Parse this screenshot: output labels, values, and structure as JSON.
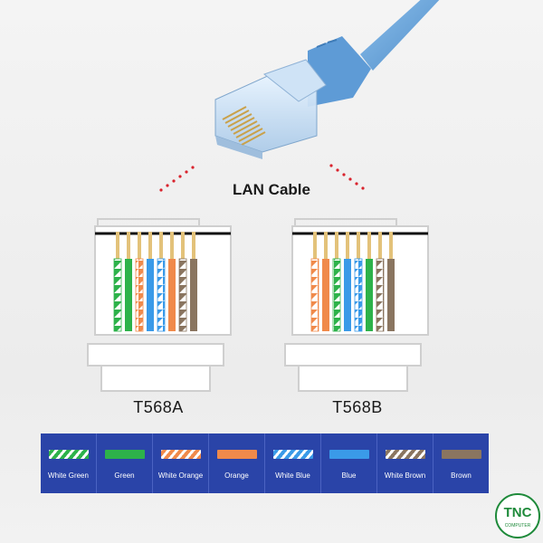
{
  "diagram": {
    "title": "LAN Cable",
    "standards": [
      {
        "name": "T568A",
        "pins": [
          "white-green",
          "green",
          "white-orange",
          "blue",
          "white-blue",
          "orange",
          "white-brown",
          "brown"
        ]
      },
      {
        "name": "T568B",
        "pins": [
          "white-orange",
          "orange",
          "white-green",
          "blue",
          "white-blue",
          "green",
          "white-brown",
          "brown"
        ]
      }
    ]
  },
  "legend": [
    {
      "id": "white-green",
      "label": "White Green",
      "color": "#2db24a",
      "striped": true
    },
    {
      "id": "green",
      "label": "Green",
      "color": "#2db24a",
      "striped": false
    },
    {
      "id": "white-orange",
      "label": "White Orange",
      "color": "#f08a4b",
      "striped": true
    },
    {
      "id": "orange",
      "label": "Orange",
      "color": "#f08a4b",
      "striped": false
    },
    {
      "id": "white-blue",
      "label": "White Blue",
      "color": "#3a9ae8",
      "striped": true
    },
    {
      "id": "blue",
      "label": "Blue",
      "color": "#3a9ae8",
      "striped": false
    },
    {
      "id": "white-brown",
      "label": "White Brown",
      "color": "#8a7560",
      "striped": true
    },
    {
      "id": "brown",
      "label": "Brown",
      "color": "#8a7560",
      "striped": false
    }
  ],
  "colors": {
    "cable": "#6fa8dc",
    "legend_bg": "#2a44a8",
    "accent_red": "#d9232d",
    "logo_green": "#1e8a3a"
  },
  "logo": {
    "mark": "TNC",
    "text": "COMPUTER"
  }
}
